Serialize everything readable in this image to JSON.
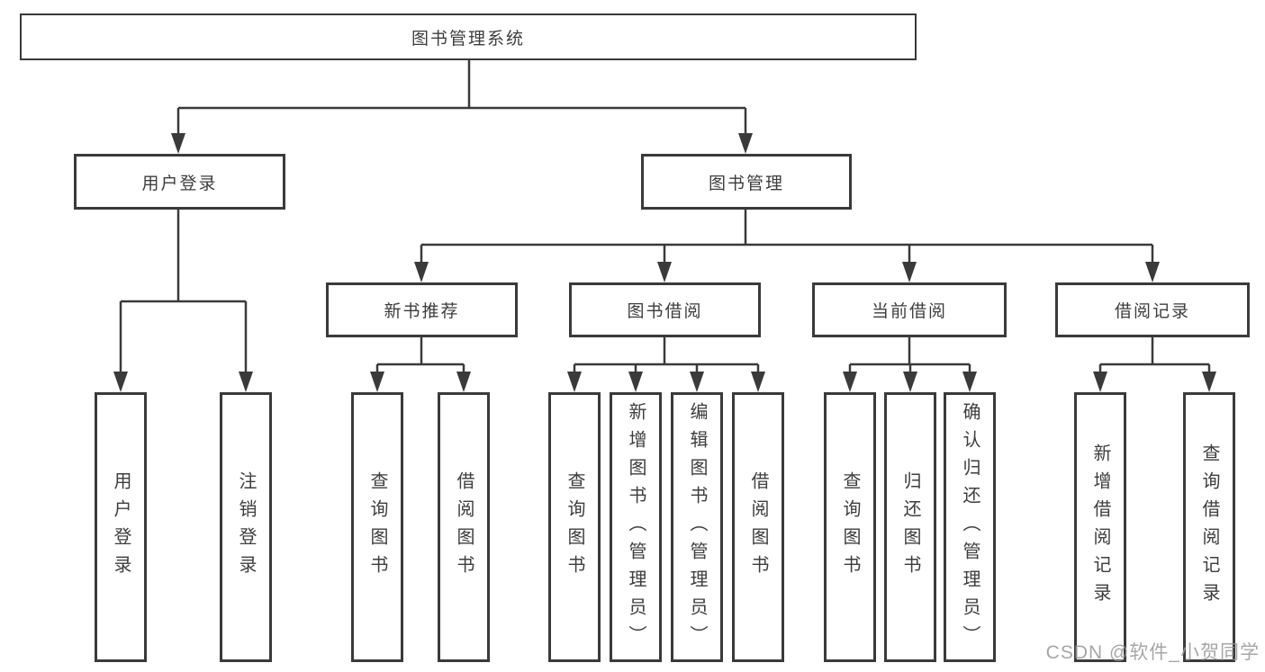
{
  "tree": {
    "label": "图书管理系统",
    "children": [
      {
        "label": "用户登录",
        "children": [
          {
            "label": "用户登录"
          },
          {
            "label": "注销登录"
          }
        ]
      },
      {
        "label": "图书管理",
        "children": [
          {
            "label": "新书推荐",
            "children": [
              {
                "label": "查询图书"
              },
              {
                "label": "借阅图书"
              }
            ]
          },
          {
            "label": "图书借阅",
            "children": [
              {
                "label": "查询图书"
              },
              {
                "label": "新增图书（管理员）"
              },
              {
                "label": "编辑图书（管理员）"
              },
              {
                "label": "借阅图书"
              }
            ]
          },
          {
            "label": "当前借阅",
            "children": [
              {
                "label": "查询图书"
              },
              {
                "label": "归还图书"
              },
              {
                "label": "确认归还（管理员）"
              }
            ]
          },
          {
            "label": "借阅记录",
            "children": [
              {
                "label": "新增借阅记录"
              },
              {
                "label": "查询借阅记录"
              }
            ]
          }
        ]
      }
    ]
  },
  "watermark": {
    "text": "CSDN @软件_小贺同学"
  },
  "colors": {
    "line": "#3a3a3a",
    "box_border": "#3a3a3a",
    "box_fill": "#ffffff",
    "text": "#3d3d3d",
    "watermark": "#969696"
  }
}
